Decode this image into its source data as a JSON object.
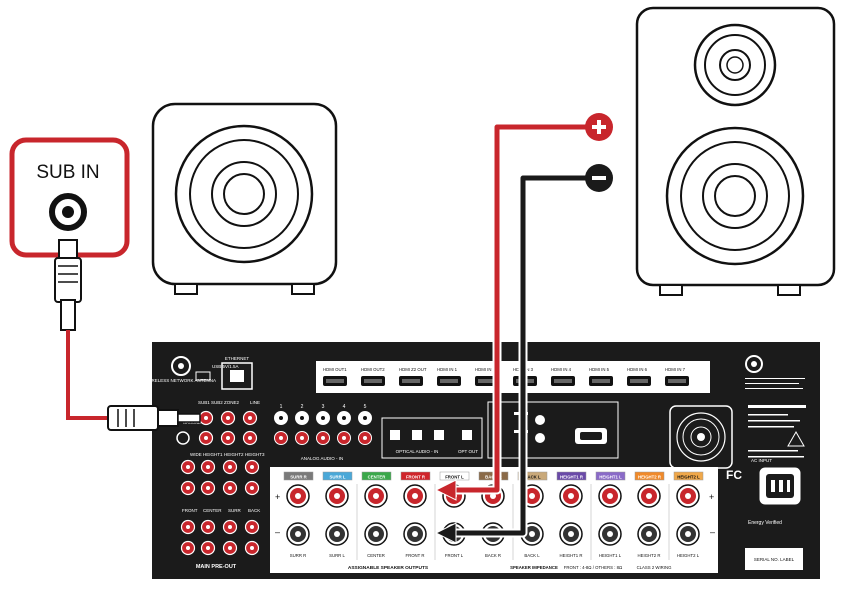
{
  "sub_in": {
    "label": "SUB IN"
  },
  "receiver": {
    "antenna_label": "WIRELESS NETWORK ANTENNA",
    "usb_label": "USB 5V/1.5A",
    "ethernet_label": "ETHERNET",
    "hdmi_outputs": [
      "OUT1",
      "OUT2",
      "Z2 OUT"
    ],
    "hdmi_inputs": [
      "IN 1",
      "IN 2",
      "IN 3",
      "IN 4",
      "IN 5",
      "IN 6",
      "IN 7"
    ],
    "sub_zone_label": "SUB1 SUB2 ZONE2",
    "line_label": "LINE",
    "analog_audio_label": "ANALOG AUDIO - IN",
    "analog_numbers": [
      "1",
      "2",
      "3",
      "4",
      "5"
    ],
    "optical_label": "OPTICAL AUDIO - IN",
    "opt_out_label": "OPT OUT",
    "preout_row1": [
      "WIDE",
      "HEIGHT1",
      "HEIGHT2",
      "HEIGHT3"
    ],
    "preout_row2": [
      "FRONT",
      "CENTER",
      "SURR",
      "BACK"
    ],
    "main_preout_label": "MAIN PRE-OUT",
    "ground_label": "GROUND",
    "speaker_headers": [
      {
        "label": "SURR R",
        "color": "#7a7a7a"
      },
      {
        "label": "SURR L",
        "color": "#4aa8d8"
      },
      {
        "label": "CENTER",
        "color": "#3aa84a"
      },
      {
        "label": "FRONT R",
        "color": "#d0242b"
      },
      {
        "label": "FRONT L",
        "color": "#ffffff"
      },
      {
        "label": "BACK R",
        "color": "#8a6a48"
      },
      {
        "label": "BACK L",
        "color": "#c9a97a"
      },
      {
        "label": "HEIGHT1 R",
        "color": "#6a4aa8"
      },
      {
        "label": "HEIGHT1 L",
        "color": "#8a6ac8"
      },
      {
        "label": "HEIGHT2 R",
        "color": "#f08a2a"
      },
      {
        "label": "HEIGHT2 L",
        "color": "#f0a84a"
      }
    ],
    "speaker_bottom_labels": [
      "SURR R",
      "SURR L",
      "CENTER",
      "FRONT R",
      "FRONT L",
      "BACK R",
      "BACK L",
      "HEIGHT1 R",
      "HEIGHT1 L",
      "HEIGHT2 R",
      "HEIGHT2 L"
    ],
    "assignable_label": "ASSIGNABLE SPEAKER OUTPUTS",
    "impedance_label": "SPEAKER IMPEDANCE",
    "impedance_detail": "FRONT : 4-8Ω / OTHERS : 8Ω",
    "class2_label": "CLASS 2 WIRING",
    "ac_input_label": "AC INPUT",
    "fc_label": "FC",
    "energy_label": "Energy Verified",
    "serial_label": "SERIAL NO. LABEL"
  },
  "colors": {
    "accent_red": "#c8262c",
    "cable_black": "#1a1a1a",
    "panel": "#1b1b1b"
  }
}
